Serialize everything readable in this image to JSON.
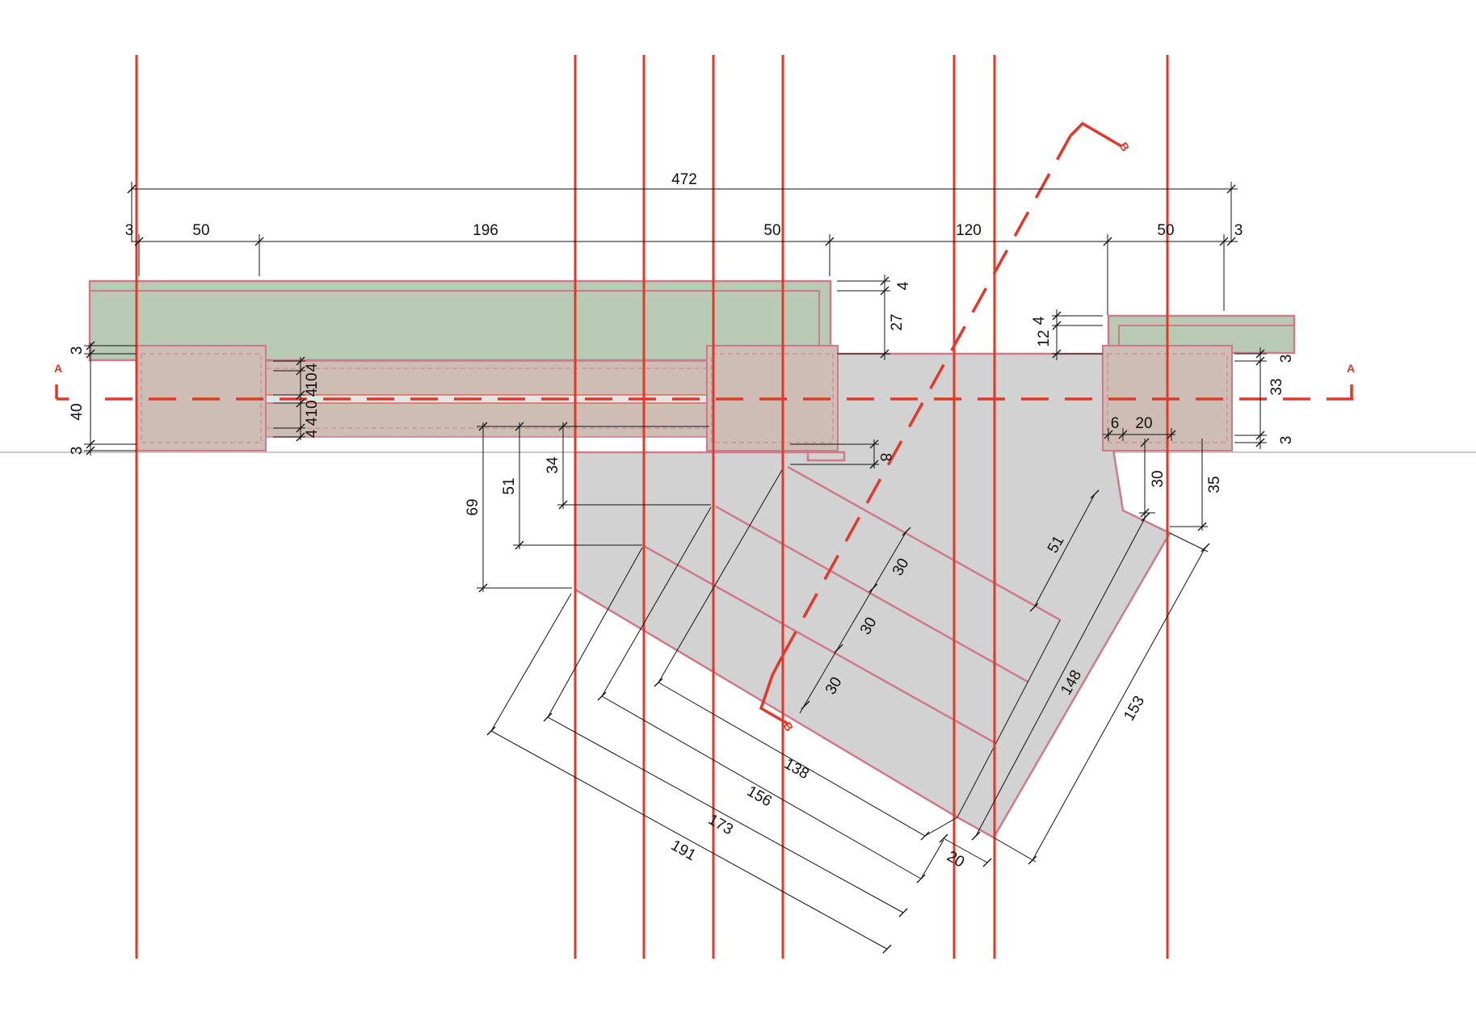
{
  "dimensions": {
    "overall": "472",
    "top_chain": [
      "3",
      "50",
      "196",
      "50",
      "120",
      "50",
      "3"
    ],
    "right_top": [
      "4",
      "27"
    ],
    "right_col": [
      "4",
      "12"
    ],
    "left_side": [
      "3",
      "40",
      "3"
    ],
    "slot": [
      "4",
      "10",
      "4",
      "10",
      "4",
      "4",
      "10",
      "4",
      "10",
      "4"
    ],
    "right_side": [
      "3",
      "33",
      "3"
    ],
    "offset_small": [
      "6",
      "20"
    ],
    "offset_vertical": [
      "30",
      "35"
    ],
    "stair_rises": [
      "69",
      "51",
      "34"
    ],
    "stair_small": "8",
    "steps": [
      "30",
      "30",
      "30"
    ],
    "tread_51": "51",
    "diagonal_lengths": [
      "138",
      "156",
      "173",
      "191"
    ],
    "length_148": "148",
    "length_153": "153",
    "bottom_20": "20"
  },
  "section_labels": {
    "a_left": "A",
    "a_right": "A",
    "b_top": "B",
    "b_bottom": "B"
  },
  "colors": {
    "axis": "#e0392b",
    "wall_fill": "#b9cab4",
    "column_fill": "#cdbdb4",
    "slab_fill": "#d2d2d2",
    "outline": "#cf7a8a"
  }
}
